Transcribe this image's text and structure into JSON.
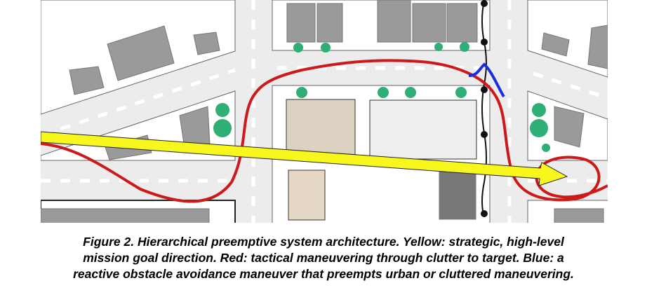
{
  "figure": {
    "colors": {
      "strategic": "#f7f71e",
      "tactical": "#cc1a1a",
      "reactive": "#1a2ee0"
    },
    "caption_lines": [
      "Figure 2. Hierarchical preemptive system architecture.  Yellow: strategic, high-level",
      "mission goal direction.  Red: tactical maneuvering through clutter to target.  Blue: a",
      "reactive obstacle avoidance maneuver that preempts urban or cluttered maneuvering."
    ]
  }
}
